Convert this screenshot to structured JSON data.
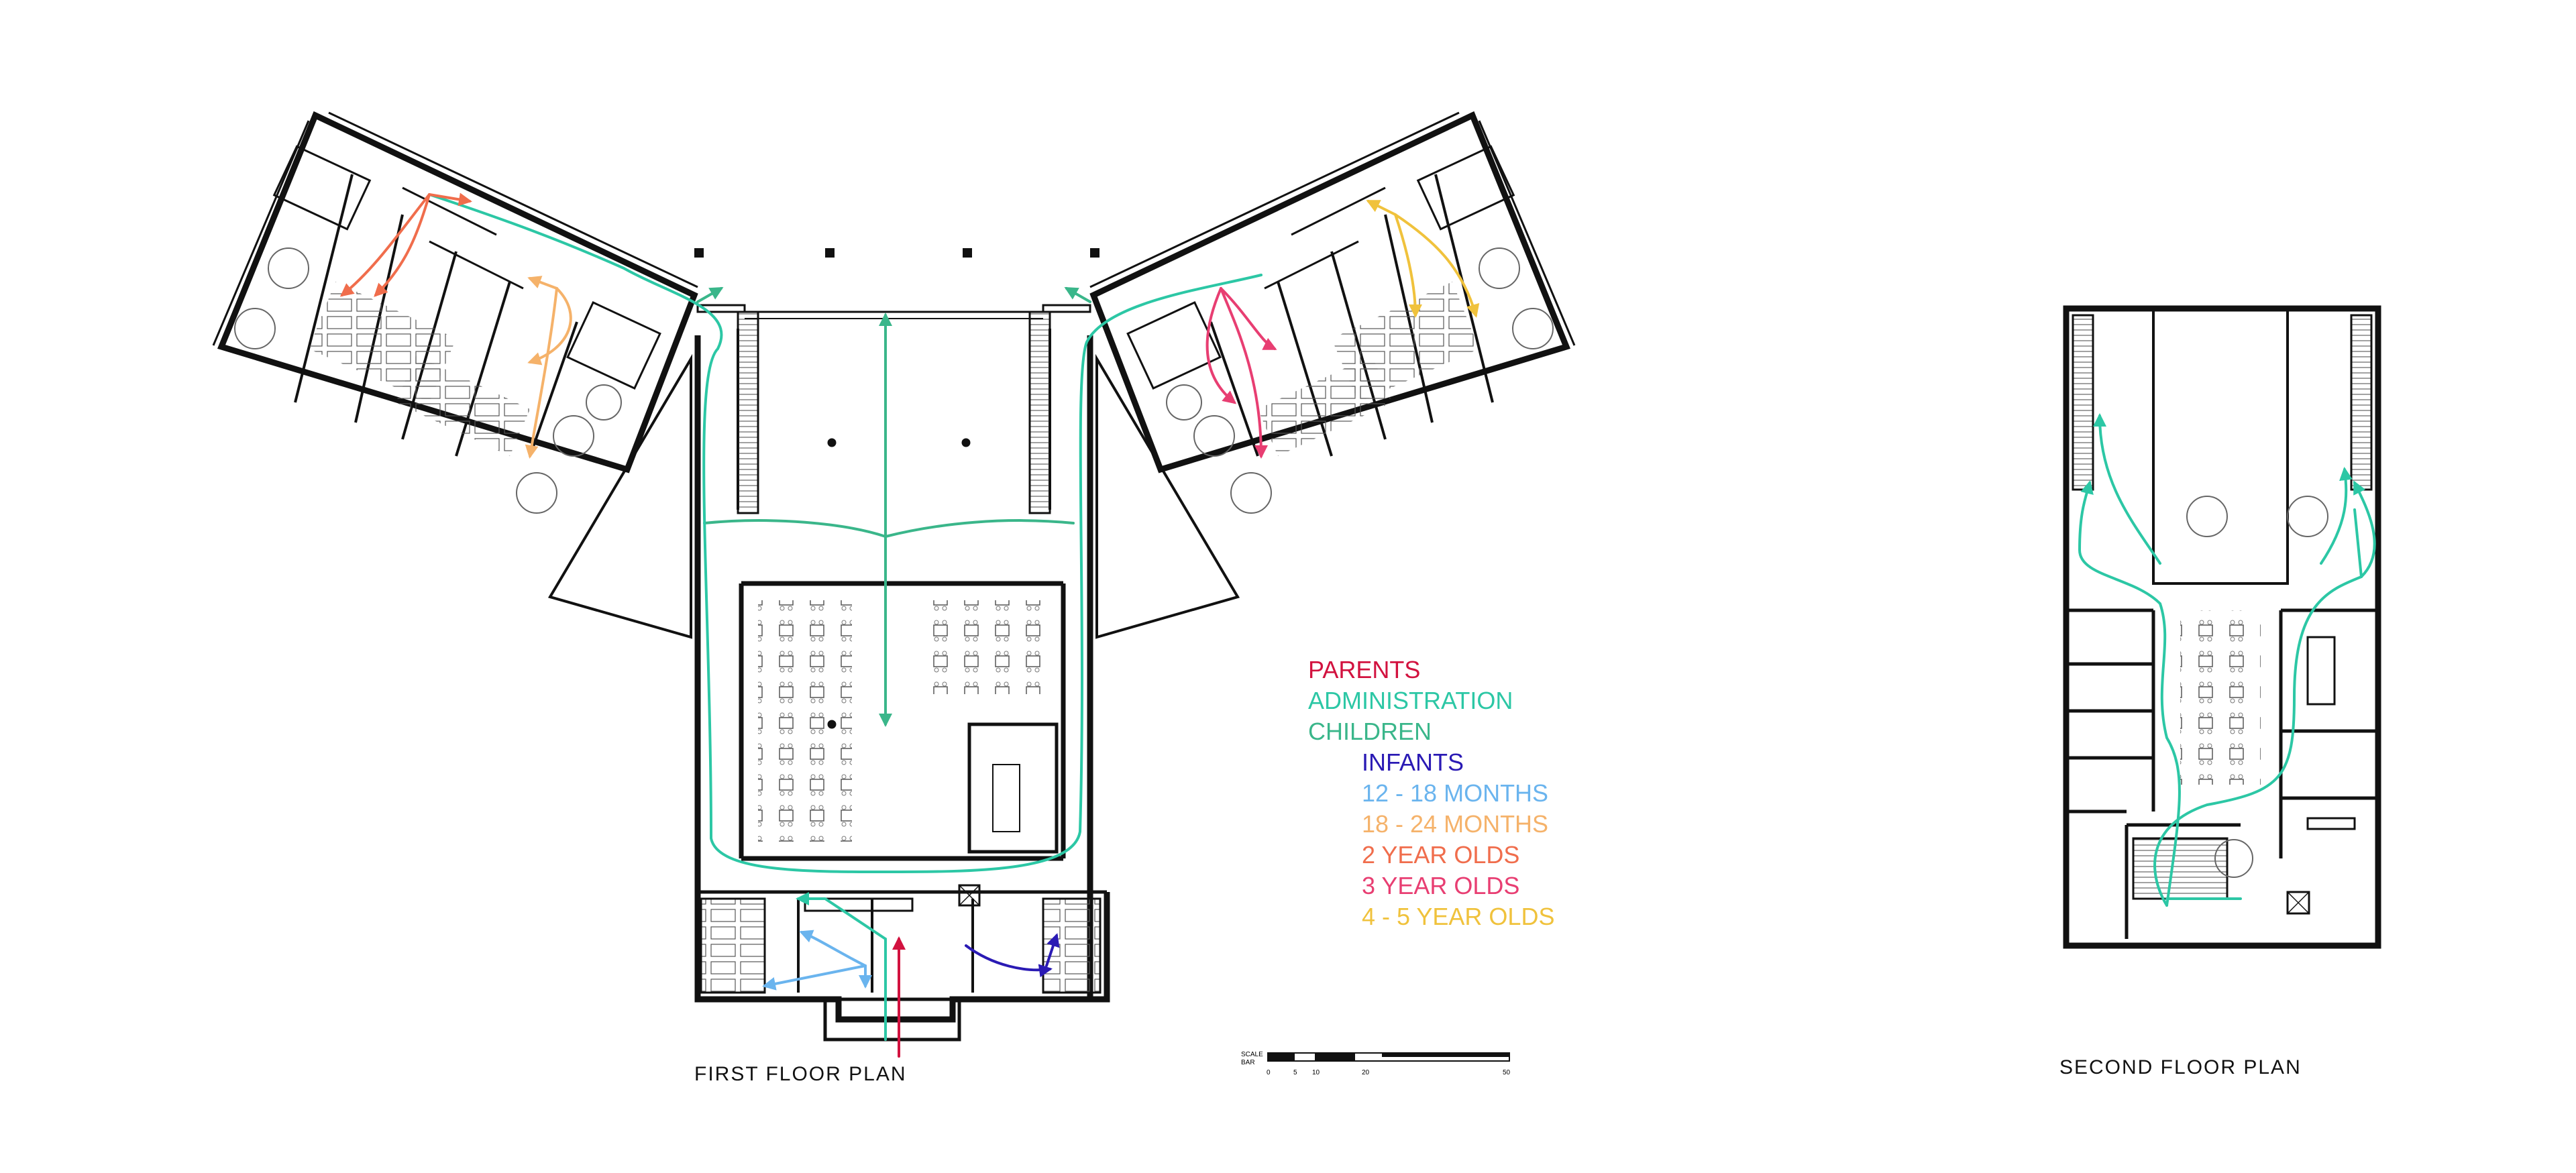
{
  "plans": {
    "first_title": "FIRST FLOOR PLAN",
    "second_title": "SECOND FLOOR PLAN"
  },
  "legend": [
    {
      "label": "PARENTS",
      "color": "#d2123f"
    },
    {
      "label": "ADMINISTRATION",
      "color": "#2cc7a5"
    },
    {
      "label": "CHILDREN",
      "color": "#3ab68a"
    },
    {
      "label": "INFANTS",
      "color": "#2a1ab4"
    },
    {
      "label": "12 - 18 MONTHS",
      "color": "#6ab4ee"
    },
    {
      "label": "18 - 24 MONTHS",
      "color": "#f5b26a"
    },
    {
      "label": "2 YEAR OLDS",
      "color": "#f06d4c"
    },
    {
      "label": "3 YEAR OLDS",
      "color": "#e83e72"
    },
    {
      "label": "4 - 5 YEAR OLDS",
      "color": "#f0c23c"
    }
  ],
  "scale": {
    "label_1": "SCALE",
    "label_2": "BAR",
    "ticks": [
      "0",
      "5",
      "10",
      "20",
      "50"
    ]
  }
}
